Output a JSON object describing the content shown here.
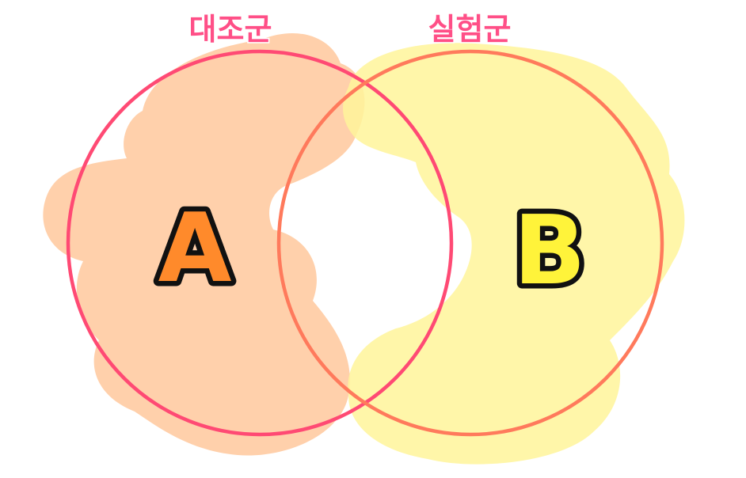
{
  "sets": {
    "control": {
      "title": "대조군",
      "letter": "A"
    },
    "experimental": {
      "title": "실험군",
      "letter": "B"
    }
  },
  "colors": {
    "circle_control": "#ff4a74",
    "circle_experimental": "#ff7a5c",
    "region_a_fill": "#ffc89c",
    "region_b_fill": "#fff59a",
    "letter_a_fill": "#ff8a2b",
    "letter_b_fill": "#fff33a",
    "title_color": "#ff4f87"
  }
}
